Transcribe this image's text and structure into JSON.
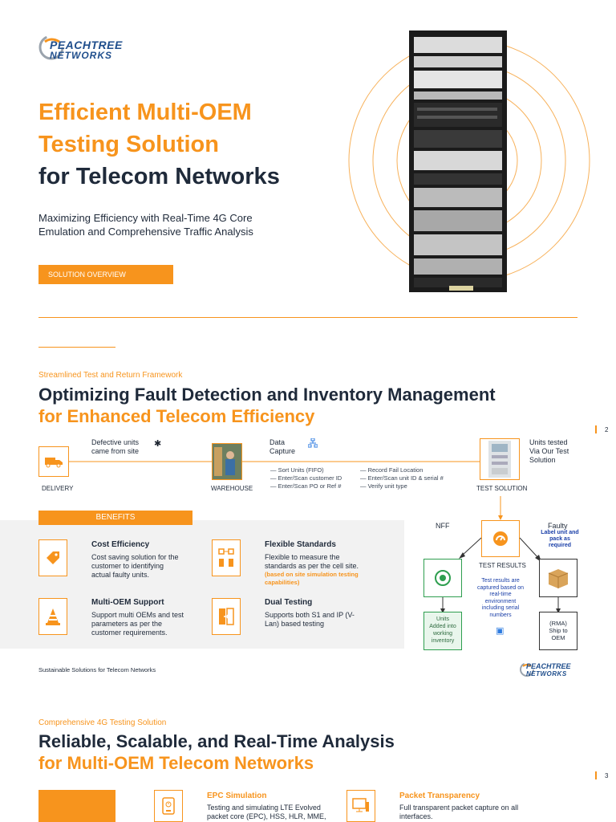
{
  "brand": {
    "line1": "PEACHTREE",
    "line2": "NETWORKS"
  },
  "hero": {
    "title_line1": "Efficient Multi-OEM",
    "title_line2": "Testing Solution",
    "title_line3": "for Telecom Networks",
    "subtitle_line1": "Maximizing Efficiency with Real-Time 4G Core",
    "subtitle_line2": "Emulation and Comprehensive Traffic Analysis",
    "button": "SOLUTION OVERVIEW"
  },
  "section2": {
    "eyebrow": "Streamlined Test and Return Framework",
    "title_line1": "Optimizing Fault Detection and Inventory Management",
    "title_line2": "for Enhanced Telecom Efficiency",
    "page": "2",
    "flow": {
      "defective_line1": "Defective units",
      "defective_line2": "came from site",
      "delivery": "DELIVERY",
      "data_line1": "Data",
      "data_line2": "Capture",
      "warehouse": "WAREHOUSE",
      "steps_left": [
        "— Sort Units (FIFO)",
        "— Enter/Scan customer ID",
        "— Enter/Scan PO or Ref #"
      ],
      "steps_right": [
        "— Record Fail Location",
        "— Enter/Scan unit ID & serial #",
        "— Verify unit type"
      ],
      "tested_line1": "Units tested",
      "tested_line2": "Via Our Test",
      "tested_line3": "Solution",
      "test_solution": "TEST SOLUTION",
      "nff": "NFF",
      "faulty": "Faulty",
      "faulty_note_line1": "Label unit and",
      "faulty_note_line2": "pack as required",
      "test_results": "TEST RESULTS",
      "results_note": [
        "Test results are",
        "captured based on",
        "real-time",
        "environment",
        "including serial",
        "numbers"
      ],
      "added": [
        "Units",
        "Added into",
        "working",
        "inventory"
      ],
      "rma": [
        "(RMA)",
        "Ship to",
        "OEM"
      ]
    },
    "benefits_label": "BENEFITS",
    "benefits": [
      {
        "title": "Cost Efficiency",
        "lines": [
          "Cost saving solution for the",
          "customer to identifying",
          "actual faulty units."
        ],
        "icon": "tag-icon"
      },
      {
        "title": "Flexible Standards",
        "lines": [
          "Flexible to measure the",
          "standards as per the cell site."
        ],
        "note_lines": [
          "(based on site simulation testing",
          "capabilities)"
        ],
        "icon": "network-icon"
      },
      {
        "title": "Multi-OEM Support",
        "lines": [
          "Support multi OEMs and test",
          "parameters as per the",
          "customer requirements."
        ],
        "icon": "cone-icon"
      },
      {
        "title": "Dual Testing",
        "lines": [
          "Supports both S1 and IP (V-",
          "Lan) based testing"
        ],
        "icon": "switch-icon"
      }
    ],
    "footer": "Sustainable Solutions for Telecom Networks"
  },
  "section3": {
    "eyebrow": "Comprehensive 4G Testing Solution",
    "title_line1": "Reliable, Scalable, and Real-Time Analysis",
    "title_line2": "for Multi-OEM Telecom Networks",
    "page": "3",
    "features": [
      {
        "title": "EPC Simulation",
        "lines": [
          "Testing and simulating LTE Evolved",
          "packet core (EPC), HSS, HLR, MME,"
        ],
        "icon": "device-icon"
      },
      {
        "title": "Packet Transparency",
        "lines": [
          "Full transparent packet capture on all",
          "interfaces."
        ],
        "icon": "monitor-icon"
      }
    ]
  },
  "colors": {
    "accent": "#f7941d",
    "navy": "#1f2a3a",
    "panel": "#f2f2f2",
    "green": "#2e9e4f"
  }
}
